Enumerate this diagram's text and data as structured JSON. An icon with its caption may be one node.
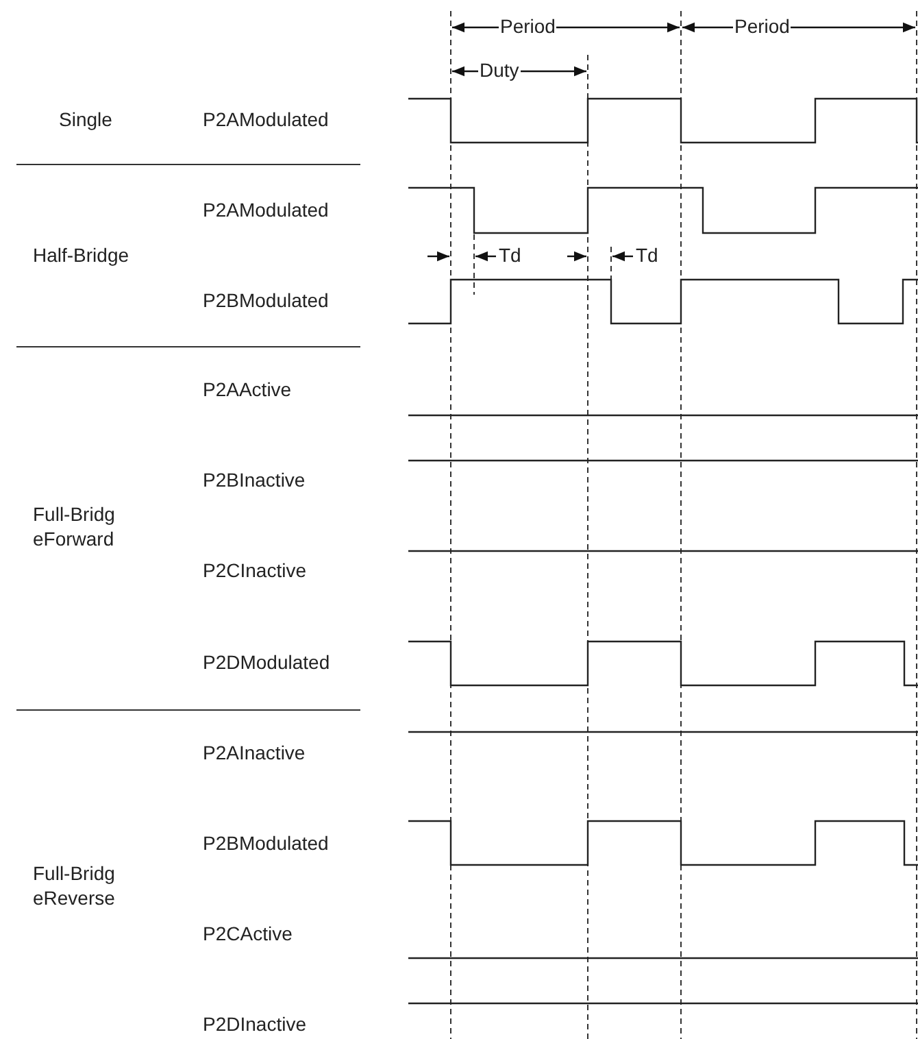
{
  "diagram": {
    "labels": [
      "Period",
      "Period",
      "Duty",
      "Single",
      "P2AModulated",
      "P2AModulated",
      "Half-Bridge",
      "Td",
      "Td",
      "P2BModulated",
      "P2AActive",
      "P2BInactive",
      "Full-BridgeForward",
      "P2CInactive",
      "P2DModulated",
      "P2AInactive",
      "P2BModulated",
      "Full-BridgeReverse",
      "P2CActive",
      "P2DInactive"
    ]
  }
}
